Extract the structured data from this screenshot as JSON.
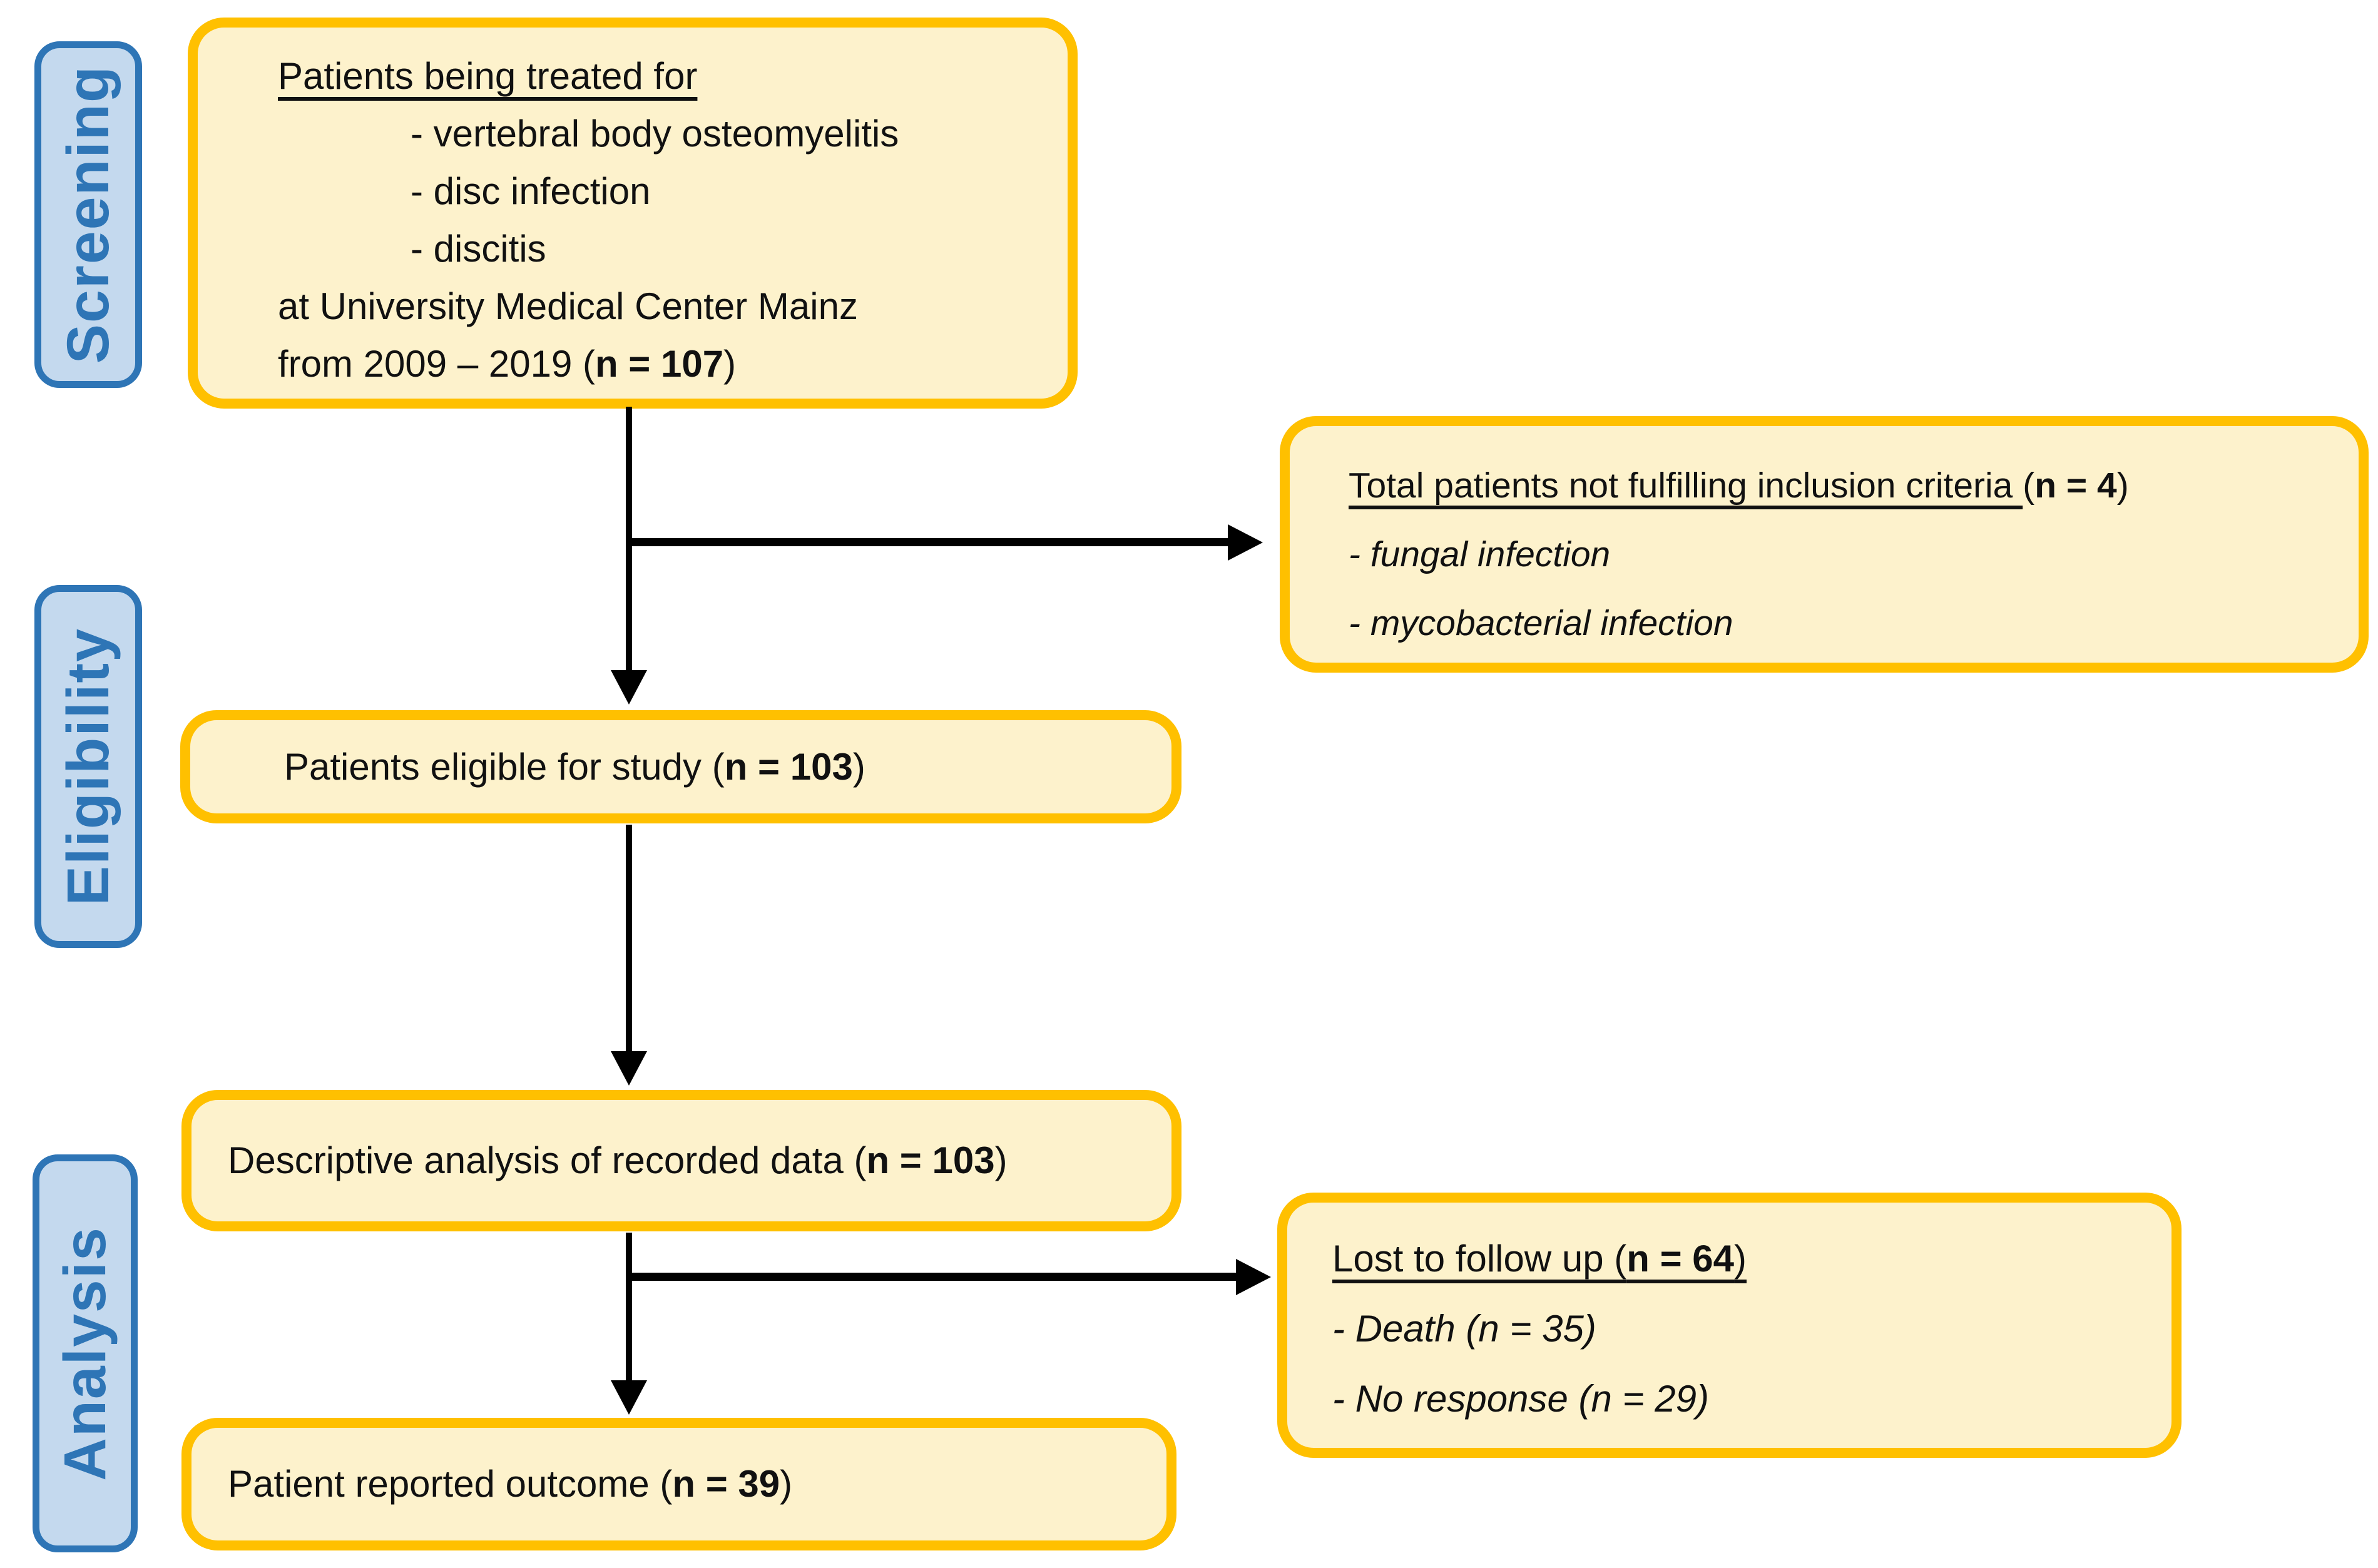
{
  "stage_labels": {
    "screening": "Screening",
    "eligibility": "Eligibility",
    "analysis": "Analysis"
  },
  "boxes": {
    "source": {
      "title": "Patients being treated for",
      "bullet1": "- vertebral body osteomyelitis",
      "bullet2": "- disc infection",
      "bullet3": "- discitis",
      "line_location": "at University Medical Center Mainz",
      "line_period_prefix": "from 2009 – 2019 (",
      "line_period_n": "n = 107",
      "line_period_suffix": ")"
    },
    "excluded": {
      "title_underlined": "Total patients not fulfilling inclusion criteria ",
      "title_paren_open": "(",
      "title_n": "n = 4",
      "title_paren_close": ")",
      "bullet1": "- fungal infection",
      "bullet2": "- mycobacterial infection"
    },
    "eligible": {
      "prefix": "Patients eligible for study (",
      "n": "n = 103",
      "suffix": ")"
    },
    "analysis": {
      "prefix": "Descriptive analysis of recorded data (",
      "n": "n = 103",
      "suffix": ")"
    },
    "lost": {
      "title_prefix": "Lost to follow up (",
      "title_n": "n = 64",
      "title_suffix": ")",
      "bullet1": "- Death (n = 35)",
      "bullet2": "- No response (n = 29)"
    },
    "outcome": {
      "prefix": "Patient reported outcome (",
      "n": "n = 39",
      "suffix": ")"
    }
  },
  "colors": {
    "box_border": "#FFC000",
    "box_fill": "#FDF2CC",
    "stage_border": "#2E75B6",
    "stage_fill": "#C4D9EE",
    "stage_text": "#2E75B6",
    "arrow": "#000000",
    "text": "#111111"
  }
}
